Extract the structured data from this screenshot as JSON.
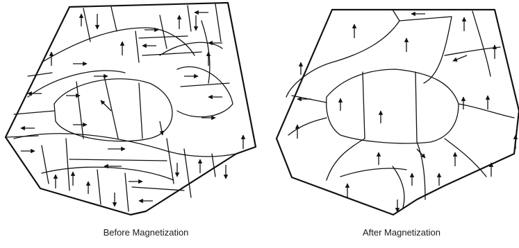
{
  "panels": [
    {
      "id": "before",
      "caption": "Before Magnetization"
    },
    {
      "id": "after",
      "caption": "After Magnetization"
    }
  ],
  "icons": {
    "arrow": "magnetization-arrow-icon"
  }
}
